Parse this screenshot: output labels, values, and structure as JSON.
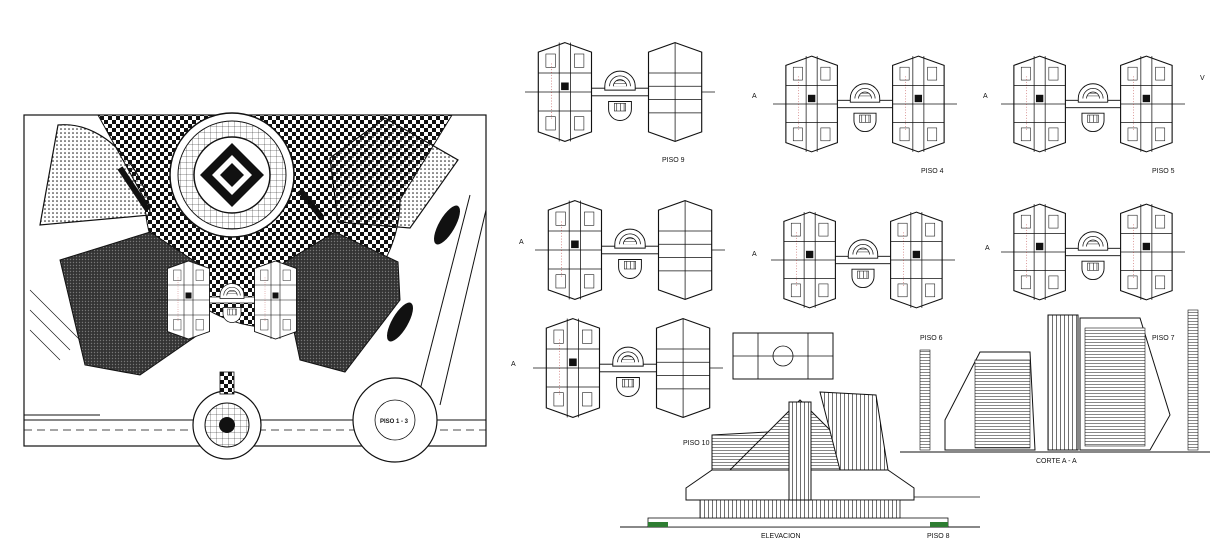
{
  "sheet": {
    "site_plan": {
      "label": "PISO 1 - 3"
    },
    "floor_labels": {
      "piso9": "PISO 9",
      "piso4": "PISO 4",
      "piso5": "PISO 5",
      "piso6": "PISO 6",
      "piso7": "PISO 7",
      "piso10": "PISO 10",
      "piso8": "PISO 8"
    },
    "section_label": "CORTE A - A",
    "elevation_label": "ELEVACION",
    "section_marker": "A",
    "corner_mark": "V"
  },
  "colors": {
    "ink": "#111111",
    "paper": "#ffffff",
    "grass": "#2e7d32"
  }
}
